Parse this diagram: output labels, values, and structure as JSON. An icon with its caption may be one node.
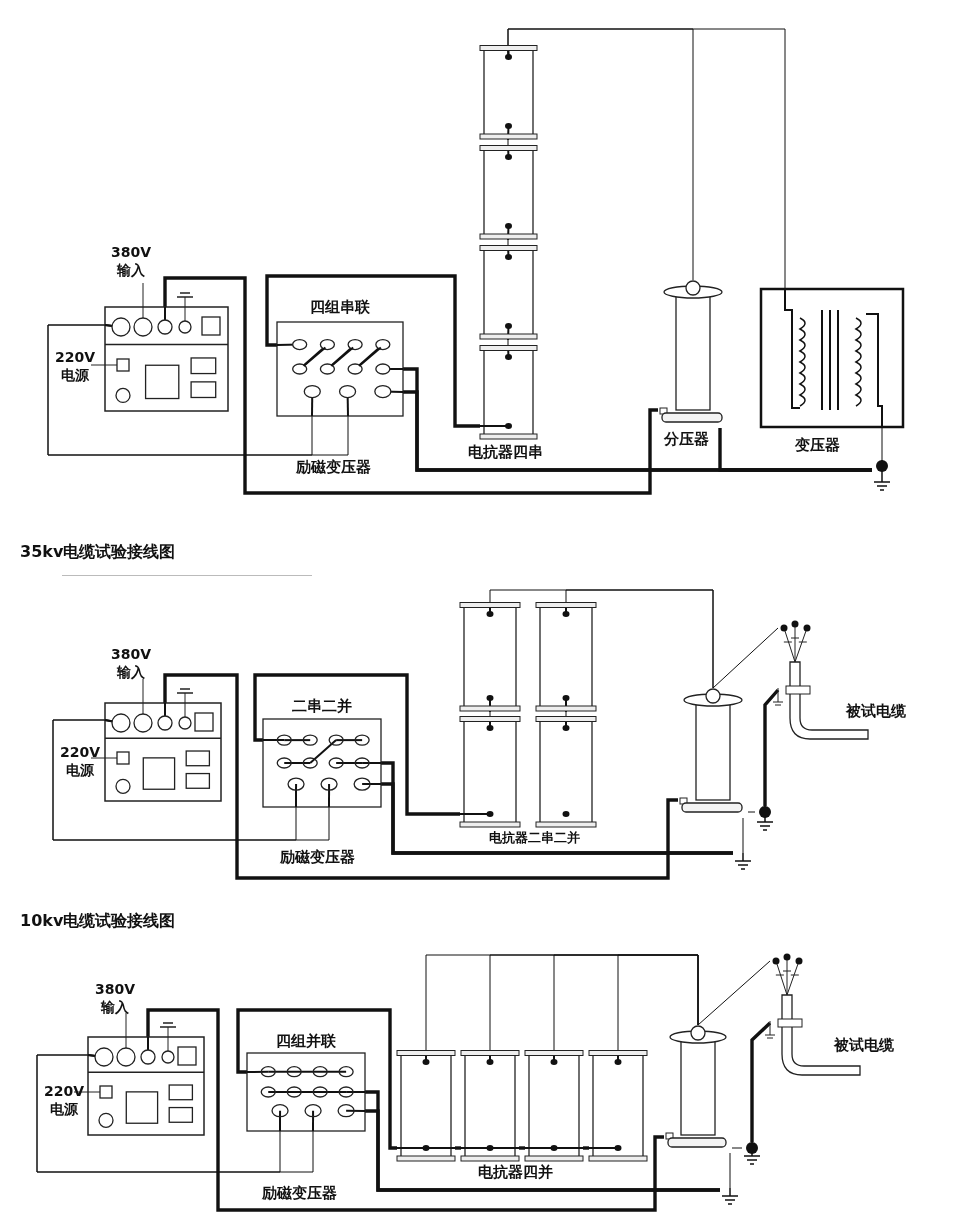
{
  "diagram": {
    "nodes": [
      {
        "text": [],
        "shape": "box",
        "beside": [
          "380V 输入",
          "220V 电源"
        ]
      },
      {
        "text": [
          "四组串联"
        ],
        "beside": [
          "励磁变压器"
        ]
      },
      {
        "text": [],
        "shape": "cylinder"
      },
      {
        "text": [],
        "shape": "cylinder"
      },
      {
        "text": [],
        "shape": "cylinder"
      },
      {
        "text": [],
        "shape": "cylinder"
      },
      {
        "text": [],
        "shape": "cylinder",
        "beside": [
          "分压器"
        ]
      },
      {
        "text": [],
        "shape": "box",
        "beside": [
          "变压器"
        ]
      },
      {
        "text": [],
        "shape": "ground"
      },
      {
        "text": [],
        "shape": "box",
        "beside": [
          "380V 输入",
          "220V 电源"
        ]
      },
      {
        "text": [
          "二串二并"
        ],
        "beside": [
          "励磁变压器"
        ]
      },
      {
        "text": [],
        "shape": "cylinder"
      },
      {
        "text": [],
        "shape": "cylinder"
      },
      {
        "text": [],
        "shape": "cylinder"
      },
      {
        "text": [],
        "shape": "cylinder"
      },
      {
        "text": [],
        "shape": "cylinder"
      },
      {
        "text": [],
        "shape": "cable",
        "beside": [
          "被试电缆"
        ]
      },
      {
        "text": [],
        "shape": "ground"
      },
      {
        "text": [],
        "shape": "ground"
      },
      {
        "text": [],
        "shape": "box",
        "beside": [
          "380V 输入",
          "220V 电源"
        ]
      },
      {
        "text": [
          "四组并联"
        ],
        "beside": [
          "励磁变压器"
        ]
      },
      {
        "text": [],
        "shape": "cylinder"
      },
      {
        "text": [],
        "shape": "cylinder"
      },
      {
        "text": [],
        "shape": "cylinder"
      },
      {
        "text": [],
        "shape": "cylinder"
      },
      {
        "text": [],
        "shape": "cylinder"
      },
      {
        "text": [],
        "shape": "cable",
        "beside": [
          "被试电缆"
        ]
      },
      {
        "text": [],
        "shape": "ground"
      },
      {
        "text": [],
        "shape": "ground"
      }
    ],
    "edges": [
      {
        "from": 0,
        "to": 6,
        "arrow": "none",
        "style": "thick"
      },
      {
        "from": 0,
        "to": 1,
        "arrow": "none"
      },
      {
        "from": 0,
        "to": 1,
        "arrow": "none"
      },
      {
        "from": 1,
        "to": 5,
        "arrow": "none",
        "style": "thick"
      },
      {
        "from": 1,
        "to": 8,
        "arrow": "none",
        "style": "thick"
      },
      {
        "from": 1,
        "to": 8,
        "arrow": "none",
        "style": "thick"
      },
      {
        "from": 2,
        "to": 3,
        "arrow": "none"
      },
      {
        "from": 3,
        "to": 4,
        "arrow": "none"
      },
      {
        "from": 4,
        "to": 5,
        "arrow": "none"
      },
      {
        "from": 2,
        "to": 7,
        "arrow": "none"
      },
      {
        "from": 2,
        "to": 6,
        "arrow": "none"
      },
      {
        "from": 6,
        "to": 8,
        "arrow": "none",
        "style": "thick"
      },
      {
        "from": 7,
        "to": 8,
        "arrow": "none"
      },
      {
        "from": 9,
        "to": 15,
        "arrow": "none",
        "style": "thick"
      },
      {
        "from": 9,
        "to": 10,
        "arrow": "none"
      },
      {
        "from": 9,
        "to": 10,
        "arrow": "none"
      },
      {
        "from": 10,
        "to": 13,
        "arrow": "none",
        "style": "thick"
      },
      {
        "from": 10,
        "to": 18,
        "arrow": "none",
        "style": "thick"
      },
      {
        "from": 10,
        "to": 18,
        "arrow": "none",
        "style": "thick"
      },
      {
        "from": 11,
        "to": 13,
        "arrow": "none"
      },
      {
        "from": 12,
        "to": 14,
        "arrow": "none"
      },
      {
        "from": 11,
        "to": 15,
        "arrow": "none"
      },
      {
        "from": 12,
        "to": 15,
        "arrow": "none"
      },
      {
        "from": 15,
        "to": 16,
        "arrow": "none"
      },
      {
        "from": 16,
        "to": 17,
        "arrow": "none",
        "style": "thick"
      },
      {
        "from": 15,
        "to": 17,
        "arrow": "none"
      },
      {
        "from": 15,
        "to": 18,
        "arrow": "none"
      },
      {
        "from": 19,
        "to": 25,
        "arrow": "none",
        "style": "thick"
      },
      {
        "from": 19,
        "to": 20,
        "arrow": "none"
      },
      {
        "from": 19,
        "to": 20,
        "arrow": "none"
      },
      {
        "from": 20,
        "to": 21,
        "arrow": "none",
        "style": "thick"
      },
      {
        "from": 20,
        "to": 28,
        "arrow": "none",
        "style": "thick"
      },
      {
        "from": 20,
        "to": 28,
        "arrow": "none",
        "style": "thick"
      },
      {
        "from": 21,
        "to": 22,
        "arrow": "none",
        "style": "thick"
      },
      {
        "from": 22,
        "to": 23,
        "arrow": "none",
        "style": "thick"
      },
      {
        "from": 23,
        "to": 24,
        "arrow": "none",
        "style": "thick"
      },
      {
        "from": 21,
        "to": 25,
        "arrow": "none"
      },
      {
        "from": 22,
        "to": 25,
        "arrow": "none"
      },
      {
        "from": 23,
        "to": 25,
        "arrow": "none"
      },
      {
        "from": 24,
        "to": 25,
        "arrow": "none"
      },
      {
        "from": 25,
        "to": 26,
        "arrow": "none"
      },
      {
        "from": 26,
        "to": 27,
        "arrow": "none",
        "style": "thick"
      },
      {
        "from": 25,
        "to": 27,
        "arrow": "none"
      },
      {
        "from": 25,
        "to": 28,
        "arrow": "none"
      }
    ],
    "labels": [
      "电抗器四串",
      "35kv电缆试验接线图",
      "电抗器二串二并",
      "10kv电缆试验接线图",
      "电抗器四并"
    ]
  }
}
